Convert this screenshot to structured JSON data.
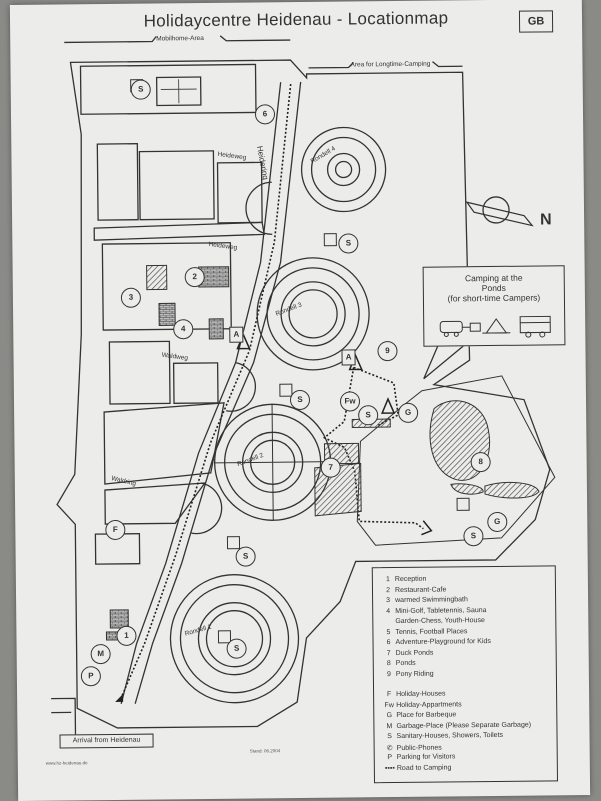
{
  "title": "Holidaycentre Heidenau - Locationmap",
  "country_badge": "GB",
  "areas": {
    "mobilhome": "Mobilhome-Area",
    "longtime": "Area for Longtime-Camping"
  },
  "streets": [
    "Heideweg",
    "Heideweg",
    "Waldweg",
    "Waldring",
    "Heidering"
  ],
  "rondells": [
    "Rondell 4",
    "Rondell 3",
    "Rondell 2",
    "Rondell 1"
  ],
  "north_label": "N",
  "callout": {
    "line1": "Camping at the",
    "line2": "Ponds",
    "line3": "(for short-time Campers)"
  },
  "arrival": "Arrival from Heidenau",
  "date_note": "Stand: 06.2004",
  "web_note": "www.hz-heidenau.de",
  "legend_numbers": [
    {
      "key": "1",
      "text": "Reception"
    },
    {
      "key": "2",
      "text": "Restaurant-Cafe"
    },
    {
      "key": "3",
      "text": "warmed Swimmingbath"
    },
    {
      "key": "4",
      "text": "Mini-Golf, Tabletennis, Sauna"
    },
    {
      "key": "",
      "text": "Garden-Chess, Youth-House"
    },
    {
      "key": "5",
      "text": "Tennis, Football Places"
    },
    {
      "key": "6",
      "text": "Adventure-Playground for Kids"
    },
    {
      "key": "7",
      "text": "Duck Ponds"
    },
    {
      "key": "8",
      "text": "Ponds"
    },
    {
      "key": "9",
      "text": "Pony Riding"
    }
  ],
  "legend_letters": [
    {
      "key": "F",
      "text": "Holiday-Houses"
    },
    {
      "key": "Fw",
      "text": "Holiday-Appartments"
    },
    {
      "key": "G",
      "text": "Place for Barbeque"
    },
    {
      "key": "M",
      "text": "Garbage-Place (Please Separate Garbage)"
    },
    {
      "key": "S",
      "text": "Sanitary-Houses, Showers, Toilets"
    },
    {
      "key": "✆",
      "text": "Public-Phones"
    },
    {
      "key": "P",
      "text": "Parking for Visitors"
    },
    {
      "key": "▪▪▪▪",
      "text": "Road to Camping"
    }
  ],
  "markers": {
    "S": "S",
    "G": "G",
    "F": "F",
    "Fw": "Fw",
    "M": "M",
    "P": "P",
    "A": "A",
    "n1": "1",
    "n2": "2",
    "n3": "3",
    "n4": "4",
    "n6": "6",
    "n7": "7",
    "n8": "8",
    "n9": "9"
  }
}
